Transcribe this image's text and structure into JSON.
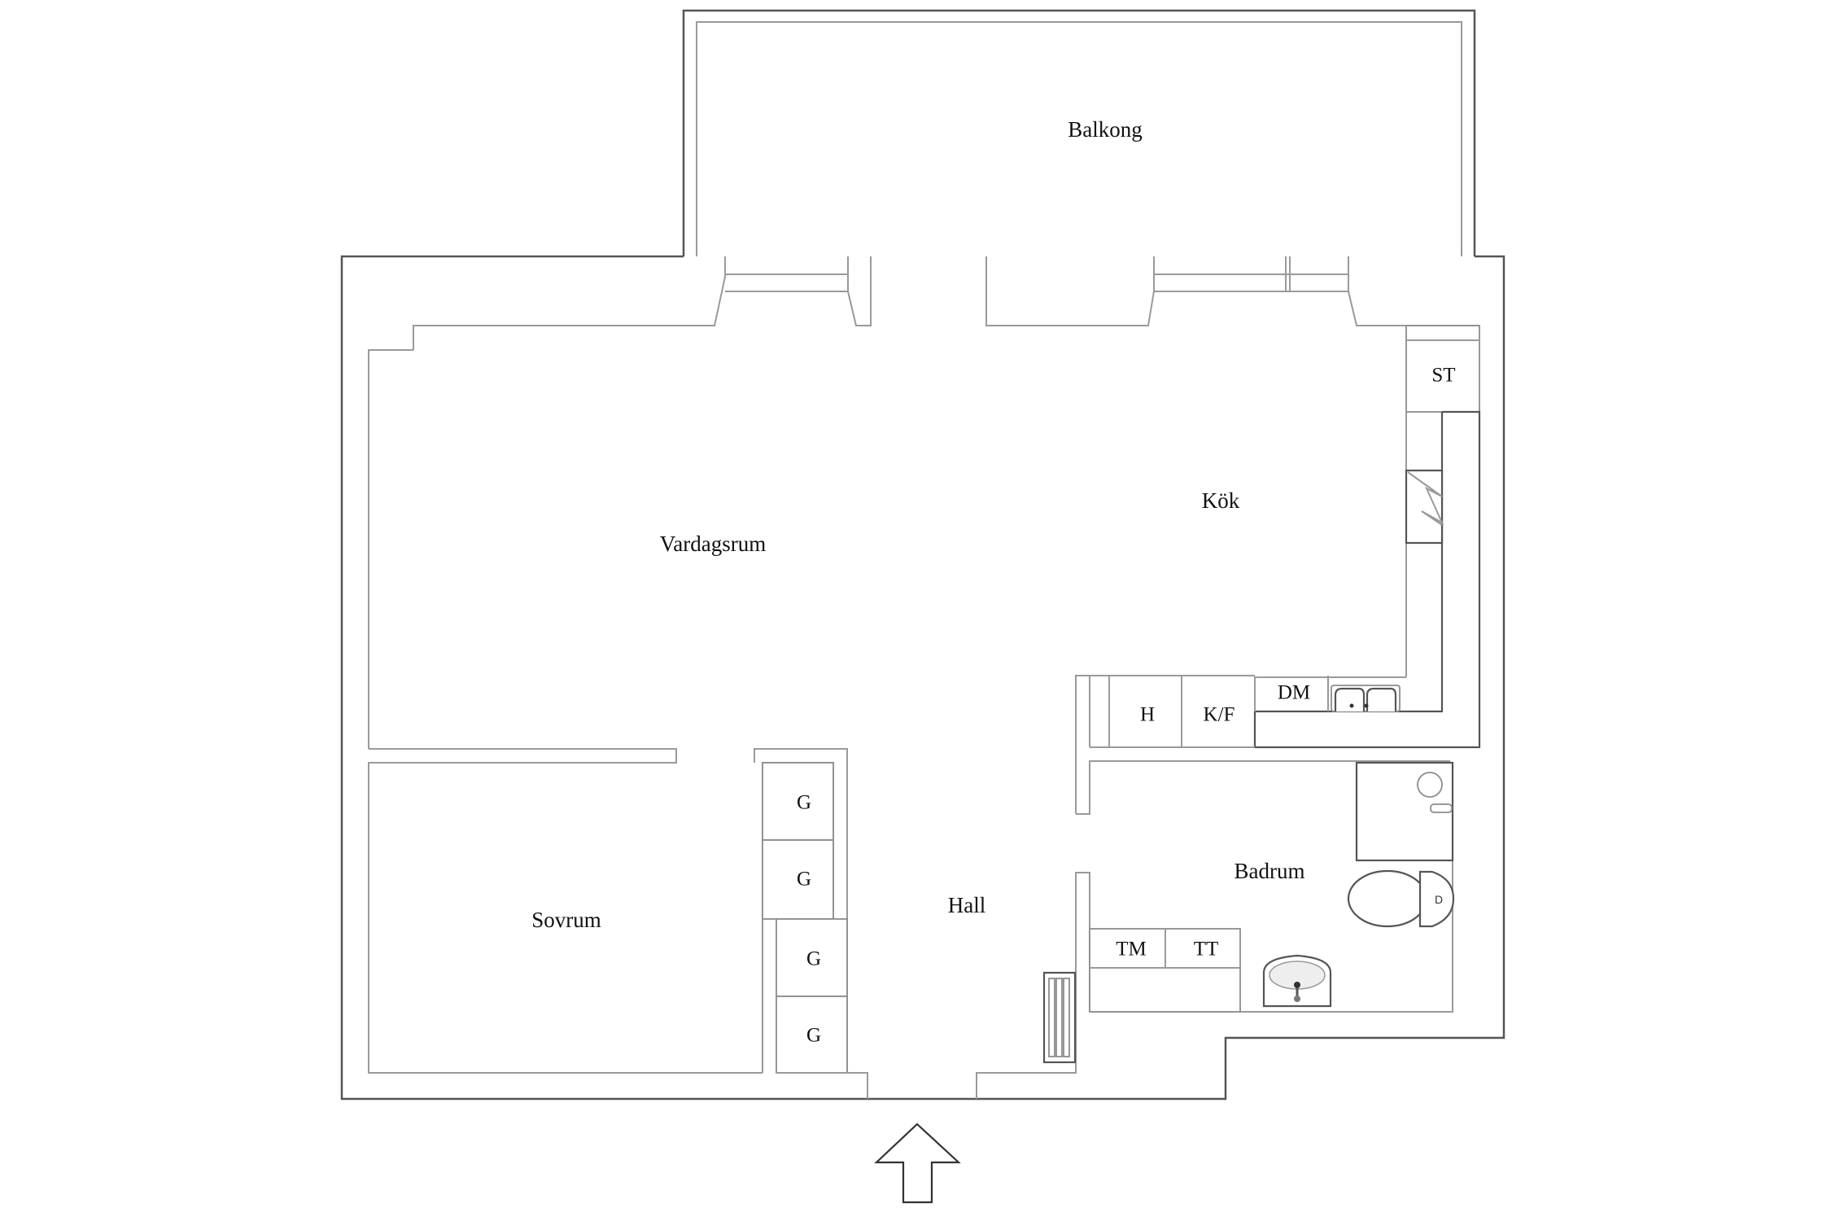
{
  "plan": {
    "colors": {
      "outer_wall": "#555555",
      "inner_wall": "#9a9a9a",
      "text": "#111111",
      "background": "#ffffff"
    },
    "rooms": {
      "balkong": "Balkong",
      "vardagsrum": "Vardagsrum",
      "kok": "Kök",
      "sovrum": "Sovrum",
      "hall": "Hall",
      "badrum": "Badrum"
    },
    "fixtures": {
      "storage": "ST",
      "stove": "H",
      "fridge_freezer": "K/F",
      "dishwasher": "DM",
      "wardrobes": [
        "G",
        "G",
        "G",
        "G"
      ],
      "washing_machine": "TM",
      "tumble_dryer": "TT"
    },
    "entrance_icon": "arrow-up-icon"
  }
}
